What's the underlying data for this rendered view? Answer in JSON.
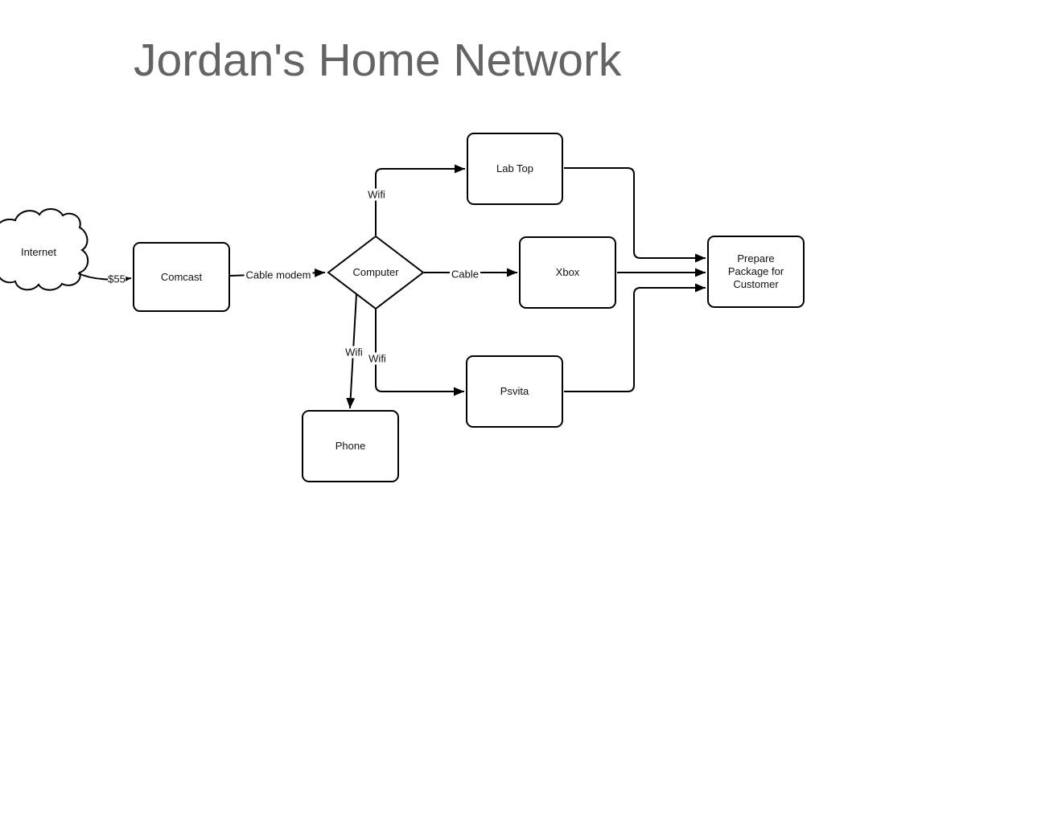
{
  "title": {
    "text": "Jordan's Home Network",
    "color": "#646464"
  },
  "diagram": {
    "stroke_color": "#000000",
    "node_fill": "#ffffff",
    "nodes": {
      "internet": {
        "label": "Internet",
        "shape": "cloud"
      },
      "comcast": {
        "label": "Comcast",
        "shape": "rounded-rect"
      },
      "computer": {
        "label": "Computer",
        "shape": "diamond"
      },
      "labtop": {
        "label": "Lab Top",
        "shape": "rounded-rect"
      },
      "xbox": {
        "label": "Xbox",
        "shape": "rounded-rect"
      },
      "psvita": {
        "label": "Psvita",
        "shape": "rounded-rect"
      },
      "phone": {
        "label": "Phone",
        "shape": "rounded-rect"
      },
      "prepare_package": {
        "label": "Prepare Package for Customer",
        "shape": "rounded-rect"
      }
    },
    "edges": [
      {
        "from": "internet",
        "to": "comcast",
        "label": "$55"
      },
      {
        "from": "comcast",
        "to": "computer",
        "label": "Cable modem"
      },
      {
        "from": "computer",
        "to": "labtop",
        "label": "Wifi"
      },
      {
        "from": "computer",
        "to": "xbox",
        "label": "Cable"
      },
      {
        "from": "computer",
        "to": "phone",
        "label": "Wifi"
      },
      {
        "from": "computer",
        "to": "psvita",
        "label": "Wifi"
      },
      {
        "from": "labtop",
        "to": "prepare_package",
        "label": ""
      },
      {
        "from": "xbox",
        "to": "prepare_package",
        "label": ""
      },
      {
        "from": "psvita",
        "to": "prepare_package",
        "label": ""
      }
    ]
  }
}
